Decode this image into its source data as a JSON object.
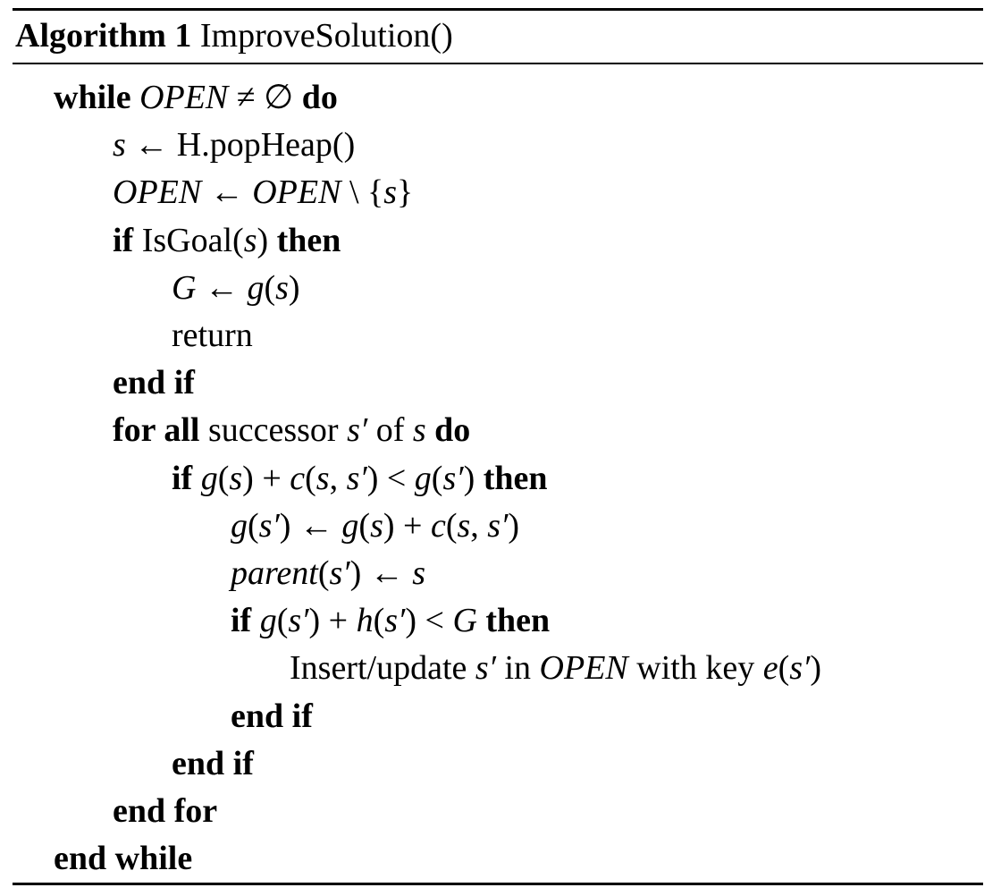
{
  "caption": {
    "label": "Algorithm 1",
    "title": "ImproveSolution()"
  },
  "lines": [
    {
      "indent": 0,
      "parts": [
        {
          "t": "while",
          "s": "kw"
        },
        {
          "t": " "
        },
        {
          "t": "OPEN",
          "s": "m"
        },
        {
          "t": " ≠ ∅ "
        },
        {
          "t": "do",
          "s": "kw"
        }
      ]
    },
    {
      "indent": 1,
      "parts": [
        {
          "t": "s",
          "s": "m"
        },
        {
          "t": " ← H.popHeap()"
        }
      ]
    },
    {
      "indent": 1,
      "parts": [
        {
          "t": "OPEN",
          "s": "m"
        },
        {
          "t": " ← "
        },
        {
          "t": "OPEN",
          "s": "m"
        },
        {
          "t": " \\ {"
        },
        {
          "t": "s",
          "s": "m"
        },
        {
          "t": "}"
        }
      ]
    },
    {
      "indent": 1,
      "parts": [
        {
          "t": "if",
          "s": "kw"
        },
        {
          "t": " IsGoal("
        },
        {
          "t": "s",
          "s": "m"
        },
        {
          "t": ") "
        },
        {
          "t": "then",
          "s": "kw"
        }
      ]
    },
    {
      "indent": 2,
      "parts": [
        {
          "t": "G",
          "s": "m"
        },
        {
          "t": " ← "
        },
        {
          "t": "g",
          "s": "m"
        },
        {
          "t": "("
        },
        {
          "t": "s",
          "s": "m"
        },
        {
          "t": ")"
        }
      ]
    },
    {
      "indent": 2,
      "parts": [
        {
          "t": "return"
        }
      ]
    },
    {
      "indent": 1,
      "parts": [
        {
          "t": "end if",
          "s": "kw"
        }
      ]
    },
    {
      "indent": 1,
      "parts": [
        {
          "t": "for all",
          "s": "kw"
        },
        {
          "t": " successor "
        },
        {
          "t": "s′",
          "s": "m"
        },
        {
          "t": " of "
        },
        {
          "t": "s",
          "s": "m"
        },
        {
          "t": " "
        },
        {
          "t": "do",
          "s": "kw"
        }
      ]
    },
    {
      "indent": 2,
      "parts": [
        {
          "t": "if",
          "s": "kw"
        },
        {
          "t": " "
        },
        {
          "t": "g",
          "s": "m"
        },
        {
          "t": "("
        },
        {
          "t": "s",
          "s": "m"
        },
        {
          "t": ") + "
        },
        {
          "t": "c",
          "s": "m"
        },
        {
          "t": "("
        },
        {
          "t": "s",
          "s": "m"
        },
        {
          "t": ", "
        },
        {
          "t": "s′",
          "s": "m"
        },
        {
          "t": ") < "
        },
        {
          "t": "g",
          "s": "m"
        },
        {
          "t": "("
        },
        {
          "t": "s′",
          "s": "m"
        },
        {
          "t": ") "
        },
        {
          "t": "then",
          "s": "kw"
        }
      ]
    },
    {
      "indent": 3,
      "parts": [
        {
          "t": "g",
          "s": "m"
        },
        {
          "t": "("
        },
        {
          "t": "s′",
          "s": "m"
        },
        {
          "t": ") ← "
        },
        {
          "t": "g",
          "s": "m"
        },
        {
          "t": "("
        },
        {
          "t": "s",
          "s": "m"
        },
        {
          "t": ") + "
        },
        {
          "t": "c",
          "s": "m"
        },
        {
          "t": "("
        },
        {
          "t": "s",
          "s": "m"
        },
        {
          "t": ", "
        },
        {
          "t": "s′",
          "s": "m"
        },
        {
          "t": ")"
        }
      ]
    },
    {
      "indent": 3,
      "parts": [
        {
          "t": "parent",
          "s": "m"
        },
        {
          "t": "("
        },
        {
          "t": "s′",
          "s": "m"
        },
        {
          "t": ") ← "
        },
        {
          "t": "s",
          "s": "m"
        }
      ]
    },
    {
      "indent": 3,
      "parts": [
        {
          "t": "if",
          "s": "kw"
        },
        {
          "t": " "
        },
        {
          "t": "g",
          "s": "m"
        },
        {
          "t": "("
        },
        {
          "t": "s′",
          "s": "m"
        },
        {
          "t": ") + "
        },
        {
          "t": "h",
          "s": "m"
        },
        {
          "t": "("
        },
        {
          "t": "s′",
          "s": "m"
        },
        {
          "t": ") < "
        },
        {
          "t": "G",
          "s": "m"
        },
        {
          "t": " "
        },
        {
          "t": "then",
          "s": "kw"
        }
      ]
    },
    {
      "indent": 4,
      "parts": [
        {
          "t": "Insert/update "
        },
        {
          "t": "s′",
          "s": "m"
        },
        {
          "t": " in "
        },
        {
          "t": "OPEN",
          "s": "m"
        },
        {
          "t": " with key "
        },
        {
          "t": "e",
          "s": "m"
        },
        {
          "t": "("
        },
        {
          "t": "s′",
          "s": "m"
        },
        {
          "t": ")"
        }
      ]
    },
    {
      "indent": 3,
      "parts": [
        {
          "t": "end if",
          "s": "kw"
        }
      ]
    },
    {
      "indent": 2,
      "parts": [
        {
          "t": "end if",
          "s": "kw"
        }
      ]
    },
    {
      "indent": 1,
      "parts": [
        {
          "t": "end for",
          "s": "kw"
        }
      ]
    },
    {
      "indent": 0,
      "parts": [
        {
          "t": "end while",
          "s": "kw"
        }
      ]
    }
  ]
}
